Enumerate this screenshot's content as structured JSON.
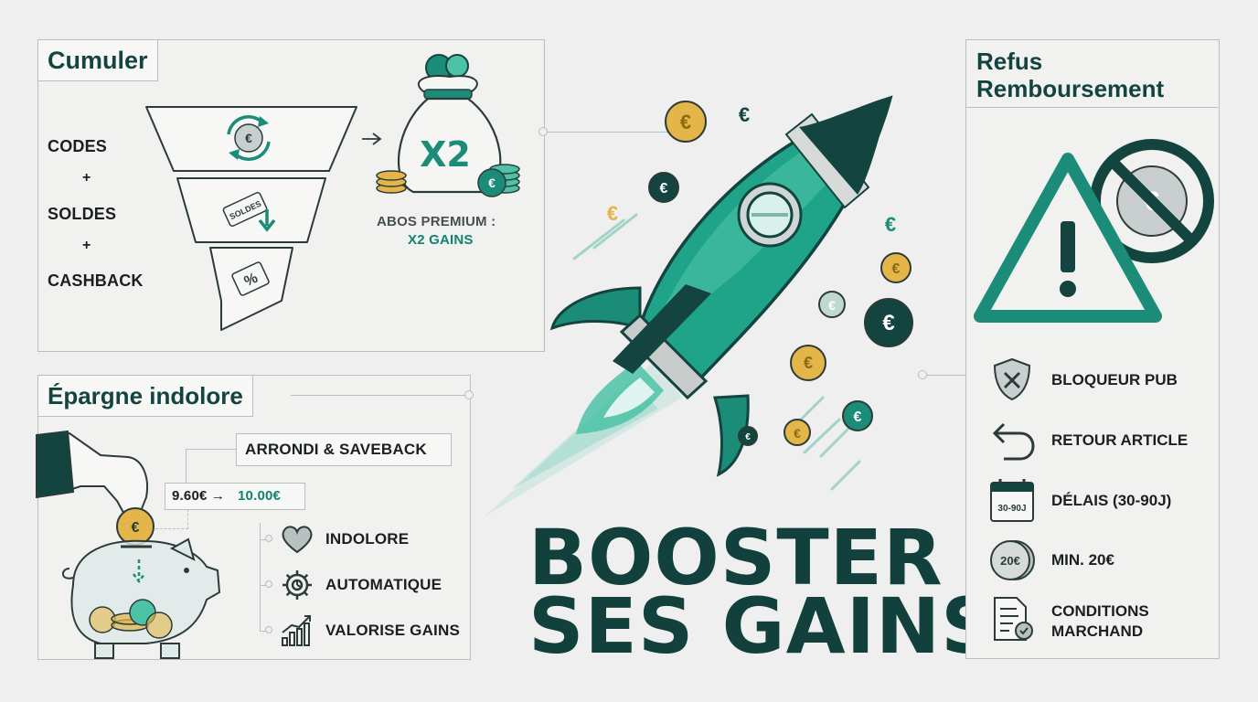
{
  "cumuler": {
    "title": "Cumuler",
    "items": [
      "CODES",
      "SOLDES",
      "CASHBACK"
    ],
    "plus": "+",
    "funnel_tag": "SOLDES",
    "funnel_percent": "%",
    "bag_label": "X2",
    "bag_caption_line1": "ABOS PREMIUM :",
    "bag_caption_line2": "X2 GAINS"
  },
  "epargne": {
    "title": "Épargne indolore",
    "tag": "ARRONDI & SAVEBACK",
    "round_from": "9.60€ →",
    "round_to": "10.00€",
    "features": [
      {
        "label": "INDOLORE",
        "icon": "heart-icon"
      },
      {
        "label": "AUTOMATIQUE",
        "icon": "gear-icon"
      },
      {
        "label": "VALORISE GAINS",
        "icon": "growth-chart-icon"
      }
    ],
    "coin_symbol": "€"
  },
  "center": {
    "headline_line1": "BOOSTER",
    "headline_line2": "SES GAINS",
    "euro": "€"
  },
  "refus": {
    "title_line1": "Refus",
    "title_line2": "Remboursement",
    "items": [
      {
        "label": "BLOQUEUR PUB",
        "icon": "shield-x-icon"
      },
      {
        "label": "RETOUR ARTICLE",
        "icon": "return-arrow-icon"
      },
      {
        "label": "DÉLAIS (30-90J)",
        "icon": "calendar-icon",
        "icon_text": "30-90J"
      },
      {
        "label": "MIN. 20€",
        "icon": "coin-icon",
        "icon_text": "20€"
      },
      {
        "label_line1": "CONDITIONS",
        "label_line2": "MARCHAND",
        "icon": "document-check-icon"
      }
    ]
  },
  "colors": {
    "teal_dark": "#14443f",
    "teal": "#1a8c78",
    "teal_light": "#4cc3a6",
    "gold": "#e4b548",
    "background": "#efefef"
  }
}
